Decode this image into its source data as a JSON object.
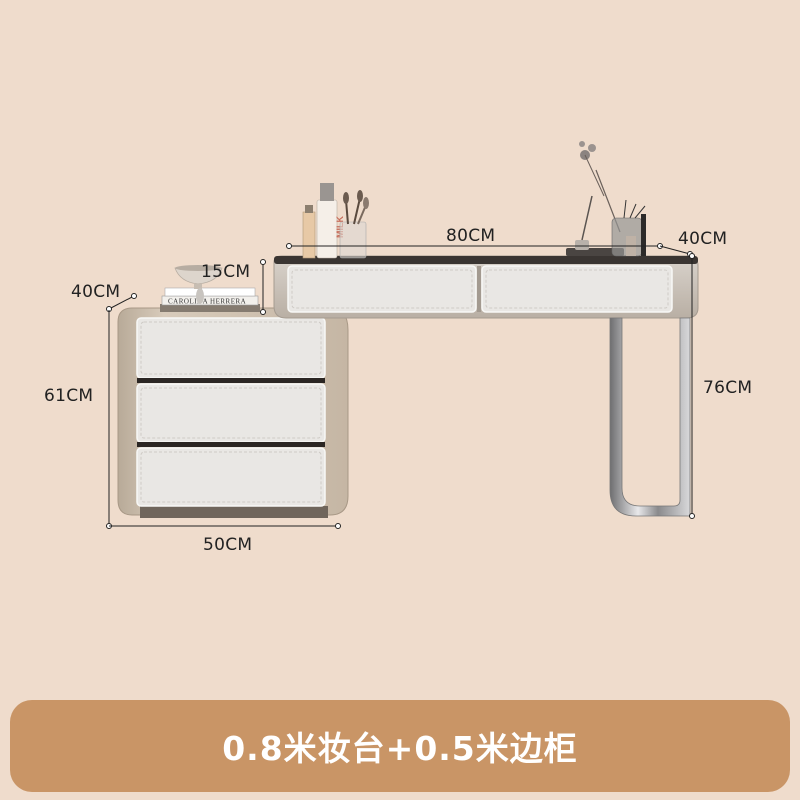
{
  "dimensions": {
    "side_depth": "40CM",
    "side_height": "61CM",
    "side_width": "50CM",
    "top_thickness": "15CM",
    "desk_width": "80CM",
    "desk_depth": "40CM",
    "desk_height": "76CM"
  },
  "books": {
    "spine_1": "CAROLINA HERRERA"
  },
  "bottle_label": "MILK",
  "banner": {
    "text": "0.8米妆台+0.5米边柜"
  },
  "colors": {
    "background": "#efdccc",
    "banner": "#c99566",
    "drawer_face": "#e9e7e4",
    "cabinet_frame": "#cdbfae"
  }
}
